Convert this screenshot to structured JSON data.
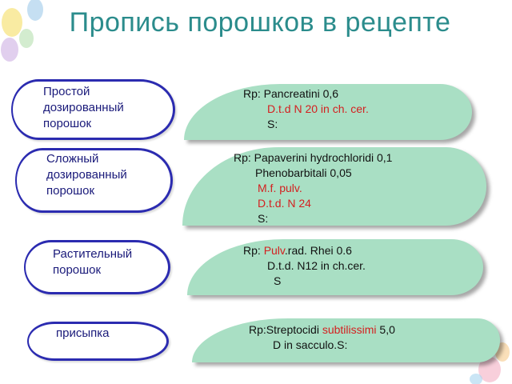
{
  "title": "Пропись порошков в рецепте",
  "colors": {
    "title": "#2b8c8c",
    "panel": "#a9dfc4",
    "outline": "#2b2bb0",
    "highlight": "#d42020"
  },
  "rows": [
    {
      "type_line1": "Простой",
      "type_line2": "дозированный",
      "type_line3": "порошок",
      "rx_l1": "Rp: Pancreatini 0,6",
      "rx_l2": "D.t.d N 20 in ch. cer.",
      "rx_l3": "S:"
    },
    {
      "type_line1": "Сложный",
      "type_line2": "дозированный",
      "type_line3": "порошок",
      "rx_l1": "Rp: Papaverini hydrochloridi 0,1",
      "rx_l2": "Phenobarbitali 0,05",
      "rx_l3": "M.f. pulv.",
      "rx_l4": "D.t.d. N 24",
      "rx_l5": "S:"
    },
    {
      "type_line1": "Растительный",
      "type_line2": "порошок",
      "rx_l1_a": "Rp: ",
      "rx_l1_b": "Pulv",
      "rx_l1_c": ".rad. Rhei 0.6",
      "rx_l2": "D.t.d. N12 in ch.cer.",
      "rx_l3": "S"
    },
    {
      "type_line1": "присыпка",
      "rx_l1_a": "Rp:Streptocidi ",
      "rx_l1_b": "subtilissimi",
      "rx_l1_c": " 5,0",
      "rx_l2": "D in sacculo.S:"
    }
  ]
}
